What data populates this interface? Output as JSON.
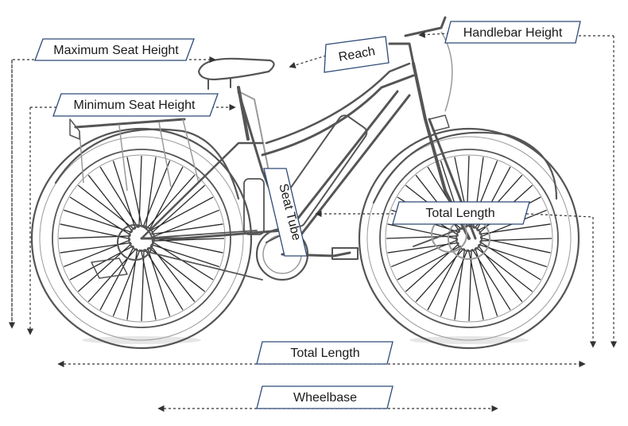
{
  "labels": {
    "max_seat_height": "Maximum Seat Height",
    "min_seat_height": "Minimum Seat Height",
    "reach": "Reach",
    "handlebar_height": "Handlebar Height",
    "seat_tube": "Seat Tube",
    "total_length_upper": "Total Length",
    "total_length_lower": "Total Length",
    "wheelbase": "Wheelbase"
  },
  "colors": {
    "tag_border": "#2e4a78",
    "line": "#333333",
    "bike_outline": "#555555"
  }
}
